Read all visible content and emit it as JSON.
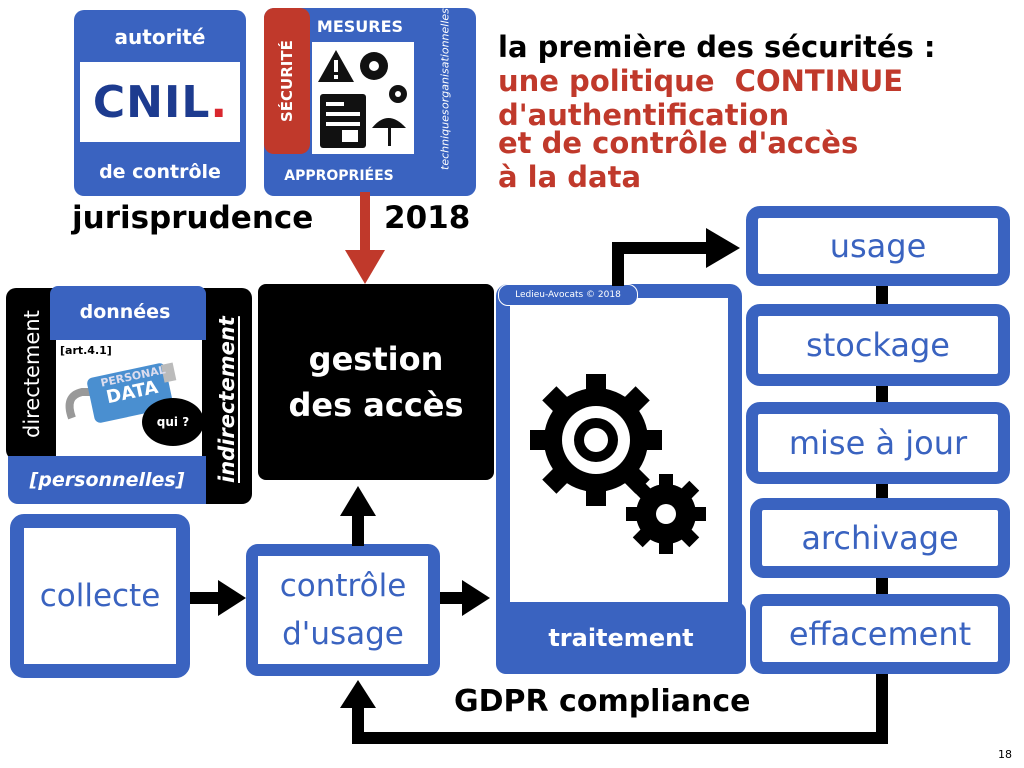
{
  "cnil": {
    "top_label": "autorité",
    "logo_text": "CNIL",
    "logo_dot": ".",
    "bottom_label": "de contrôle"
  },
  "mesures": {
    "top_label": "MESURES",
    "side_label": "SÉCURITÉ",
    "vertical_1": "techniques",
    "vertical_2": "organisationnelles",
    "bottom_label": "APPROPRIÉES"
  },
  "footer_left": {
    "word": "jurisprudence",
    "year": "2018"
  },
  "headline": {
    "line1": "la première des sécurités :",
    "line2": "une politique  CONTINUE",
    "line3": "d'authentification",
    "line4": "et de contrôle d'accès",
    "line5": "à la data"
  },
  "donnees": {
    "top_label": "données",
    "left_vertical": "directement",
    "right_vertical": "indirectement",
    "article": "[art.4.1]",
    "lock_line1": "PERSONAL",
    "lock_line2": "DATA",
    "qui": "qui ?",
    "bottom_label": "[personnelles]"
  },
  "gestion": {
    "line1": "gestion",
    "line2": "des accès"
  },
  "traitement": {
    "copyright": "Ledieu-Avocats © 2018",
    "label": "traitement"
  },
  "stages": {
    "collecte": "collecte",
    "controle_line1": "contrôle",
    "controle_line2": "d'usage"
  },
  "lifecycle": [
    "usage",
    "stockage",
    "mise à jour",
    "archivage",
    "effacement"
  ],
  "gdpr": "GDPR compliance",
  "page_number": "18",
  "colors": {
    "blue": "#3a63c0",
    "red": "#c0392b",
    "black": "#000000"
  }
}
